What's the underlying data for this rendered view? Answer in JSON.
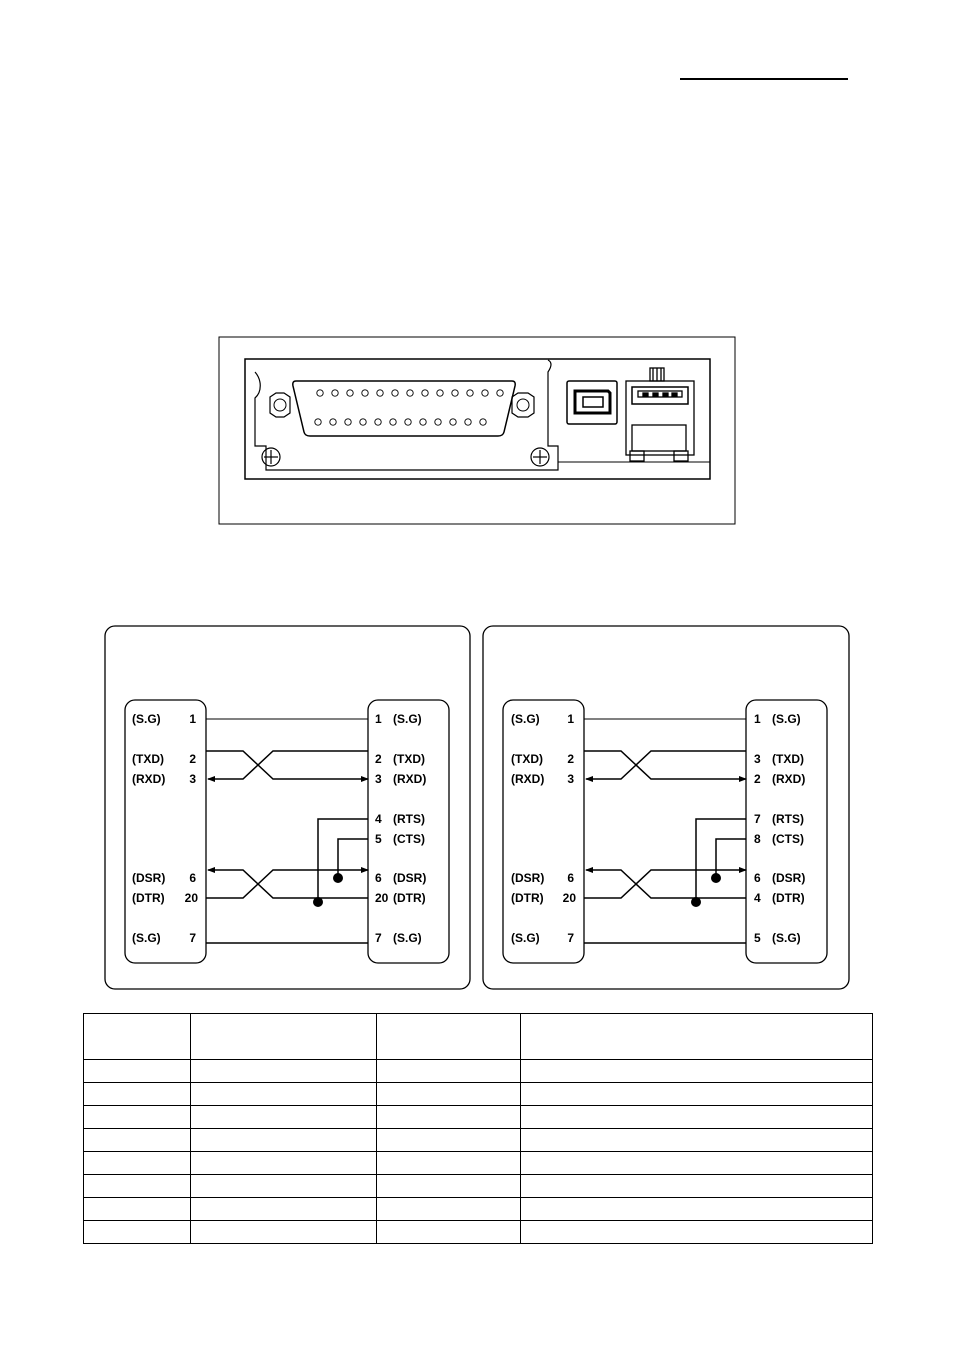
{
  "diagram_left": {
    "left_pins": [
      {
        "sig": "(S.G)",
        "num": "1"
      },
      {
        "sig": "(TXD)",
        "num": "2"
      },
      {
        "sig": "(RXD)",
        "num": "3"
      },
      {
        "sig": "(DSR)",
        "num": "6"
      },
      {
        "sig": "(DTR)",
        "num": "20"
      },
      {
        "sig": "(S.G)",
        "num": "7"
      }
    ],
    "right_pins": [
      {
        "num": "1",
        "sig": "(S.G)"
      },
      {
        "num": "2",
        "sig": "(TXD)"
      },
      {
        "num": "3",
        "sig": "(RXD)"
      },
      {
        "num": "4",
        "sig": "(RTS)"
      },
      {
        "num": "5",
        "sig": "(CTS)"
      },
      {
        "num": "6",
        "sig": "(DSR)"
      },
      {
        "num": "20",
        "sig": "(DTR)"
      },
      {
        "num": "7",
        "sig": "(S.G)"
      }
    ]
  },
  "diagram_right": {
    "left_pins": [
      {
        "sig": "(S.G)",
        "num": "1"
      },
      {
        "sig": "(TXD)",
        "num": "2"
      },
      {
        "sig": "(RXD)",
        "num": "3"
      },
      {
        "sig": "(DSR)",
        "num": "6"
      },
      {
        "sig": "(DTR)",
        "num": "20"
      },
      {
        "sig": "(S.G)",
        "num": "7"
      }
    ],
    "right_pins": [
      {
        "num": "1",
        "sig": "(S.G)"
      },
      {
        "num": "3",
        "sig": "(TXD)"
      },
      {
        "num": "2",
        "sig": "(RXD)"
      },
      {
        "num": "7",
        "sig": "(RTS)"
      },
      {
        "num": "8",
        "sig": "(CTS)"
      },
      {
        "num": "6",
        "sig": "(DSR)"
      },
      {
        "num": "4",
        "sig": "(DTR)"
      },
      {
        "num": "5",
        "sig": "(S.G)"
      }
    ]
  },
  "table": {
    "header_rows": 1,
    "body_rows": 8,
    "columns": 4
  }
}
